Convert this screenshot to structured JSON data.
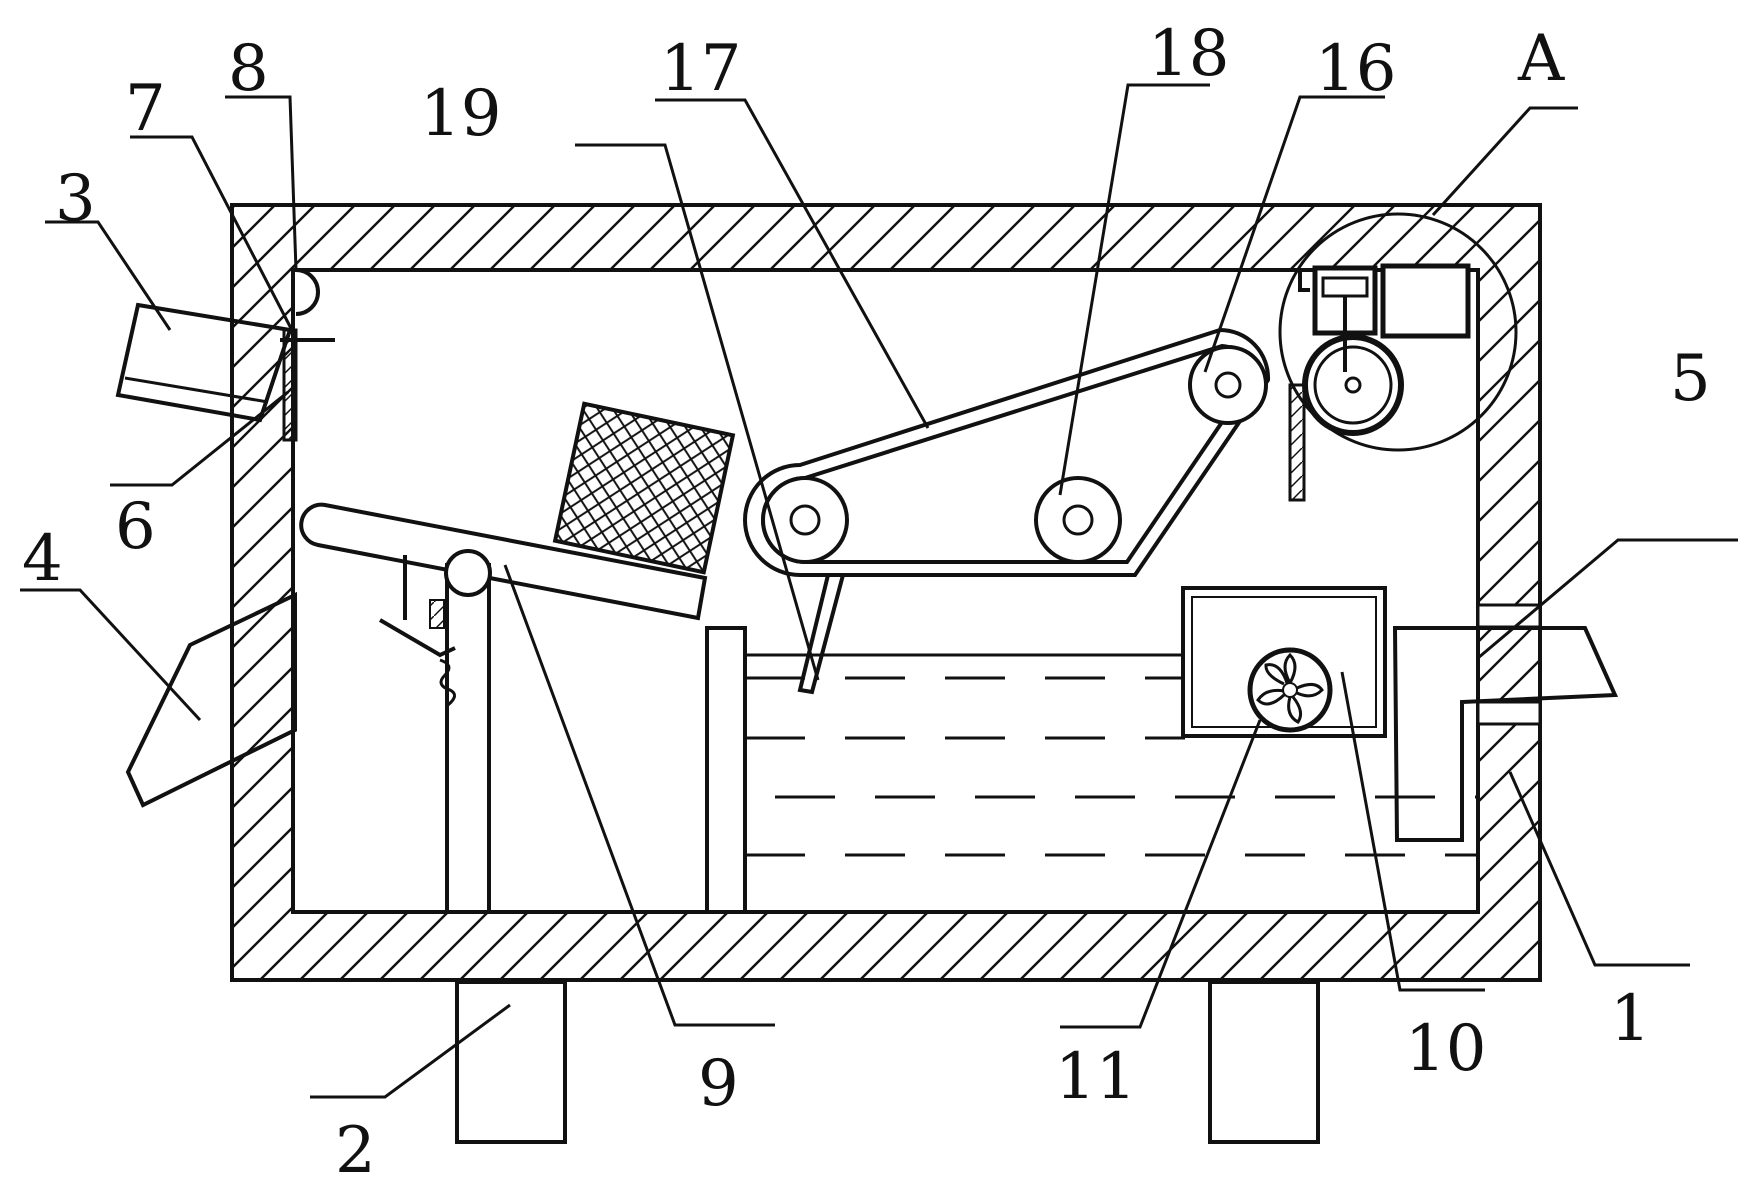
{
  "diagram": {
    "callouts": [
      {
        "id": "1",
        "text": "1"
      },
      {
        "id": "2",
        "text": "2"
      },
      {
        "id": "3",
        "text": "3"
      },
      {
        "id": "4",
        "text": "4"
      },
      {
        "id": "5",
        "text": "5"
      },
      {
        "id": "6",
        "text": "6"
      },
      {
        "id": "7",
        "text": "7"
      },
      {
        "id": "8",
        "text": "8"
      },
      {
        "id": "9",
        "text": "9"
      },
      {
        "id": "10",
        "text": "10"
      },
      {
        "id": "11",
        "text": "11"
      },
      {
        "id": "16",
        "text": "16"
      },
      {
        "id": "17",
        "text": "17"
      },
      {
        "id": "18",
        "text": "18"
      },
      {
        "id": "19",
        "text": "19"
      },
      {
        "id": "A",
        "text": "A"
      }
    ]
  },
  "colors": {
    "stroke": "#111111",
    "background": "#ffffff"
  }
}
